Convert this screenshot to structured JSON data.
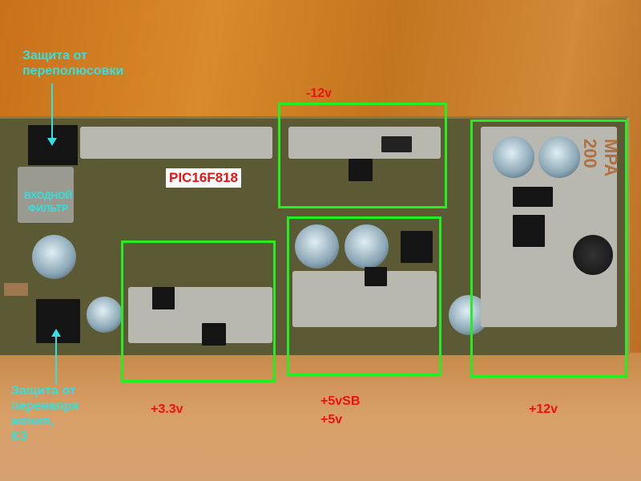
{
  "annotations": {
    "reverse_polarity": [
      "Защита от",
      "переполюсовки"
    ],
    "input_filter": [
      "ВХОДНОЙ",
      "ФИЛЬТР"
    ],
    "overvoltage": [
      "Защита от",
      "перенапря",
      "жения,",
      "КЗ"
    ],
    "mcu": "PIC16F818",
    "minus12": "-12v",
    "plus33": "+3.3v",
    "plus5sb": "+5vSB",
    "plus5": "+5v",
    "plus12": "+12v",
    "board_marking": "MPA 200"
  },
  "colors": {
    "box": "#22ee22",
    "cyan_text": "#33e0e0",
    "red_text": "#ee1111"
  }
}
